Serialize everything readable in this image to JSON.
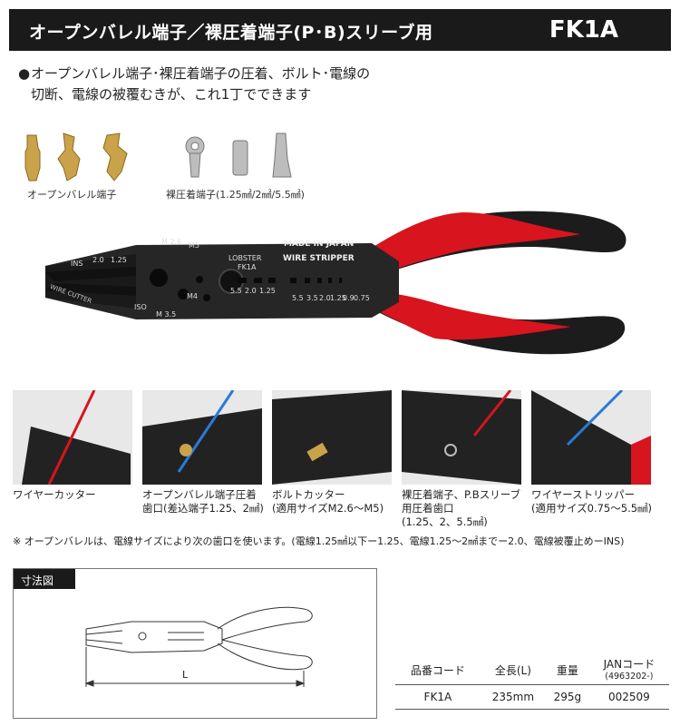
{
  "header": {
    "title": "オープンバレル端子／裸圧着端子(P･B)スリーブ用",
    "model": "FK1A"
  },
  "description": {
    "line1": "オープンバレル端子･裸圧着端子の圧着、ボルト･電線の",
    "line2": "切断、電線の被覆むきが、これ1丁でできます"
  },
  "terminals": {
    "open_barrel_label": "オープンバレル端子",
    "bare_label": "裸圧着端子(1.25㎟/2㎟/5.5㎟)"
  },
  "plier": {
    "brand": "LOBSTER",
    "model": "FK1A",
    "made_in": "MADE IN JAPAN",
    "stripper_label": "WIRE STRIPPER",
    "cutter_label": "WIRE CUTTER",
    "ins": "INS",
    "s20": "2.0",
    "s125": "1.25",
    "m26": "M 2.6",
    "m5": "M5",
    "m4": "M4",
    "m35": "M 3.5",
    "iso": "ISO",
    "a55": "5.5",
    "a20": "2.0",
    "a125": "1.25",
    "b55": "5.5",
    "b35": "3.5",
    "b20": "2.0",
    "b125": "1.25",
    "b09": "0.9",
    "b075": "0.75"
  },
  "usages": [
    {
      "caption_1": "ワイヤーカッター",
      "caption_2": "",
      "caption_3": ""
    },
    {
      "caption_1": "オープンバレル端子圧着",
      "caption_2": "歯口(差込端子1.25、2㎟)",
      "caption_3": ""
    },
    {
      "caption_1": "ボルトカッター",
      "caption_2": "(適用サイズM2.6～M5)",
      "caption_3": ""
    },
    {
      "caption_1": "裸圧着端子、P.Bスリーブ",
      "caption_2": "用圧着歯口",
      "caption_3": "(1.25、2、5.5㎟)"
    },
    {
      "caption_1": "ワイヤーストリッパー",
      "caption_2": "(適用サイズ0.75～5.5㎟)",
      "caption_3": ""
    }
  ],
  "note": "※ オープンバレルは、電線サイズにより次の歯口を使います。(電線1.25㎟以下ー1.25、電線1.25～2㎟までー2.0、電線被覆止めーINS)",
  "dimension": {
    "title": "寸法図",
    "length_label": "L"
  },
  "spec_table": {
    "headers": {
      "code": "品番コード",
      "length": "全長(L)",
      "weight": "重量",
      "jan": "JANコード",
      "jan_sub": "(4963202-)"
    },
    "row": {
      "code": "FK1A",
      "length": "235mm",
      "weight": "295g",
      "jan": "002509"
    }
  },
  "colors": {
    "header_bg": "#1a1a1a",
    "handle_red": "#d8141e",
    "handle_black": "#1c1c1c",
    "gold": "#c9a24a"
  }
}
